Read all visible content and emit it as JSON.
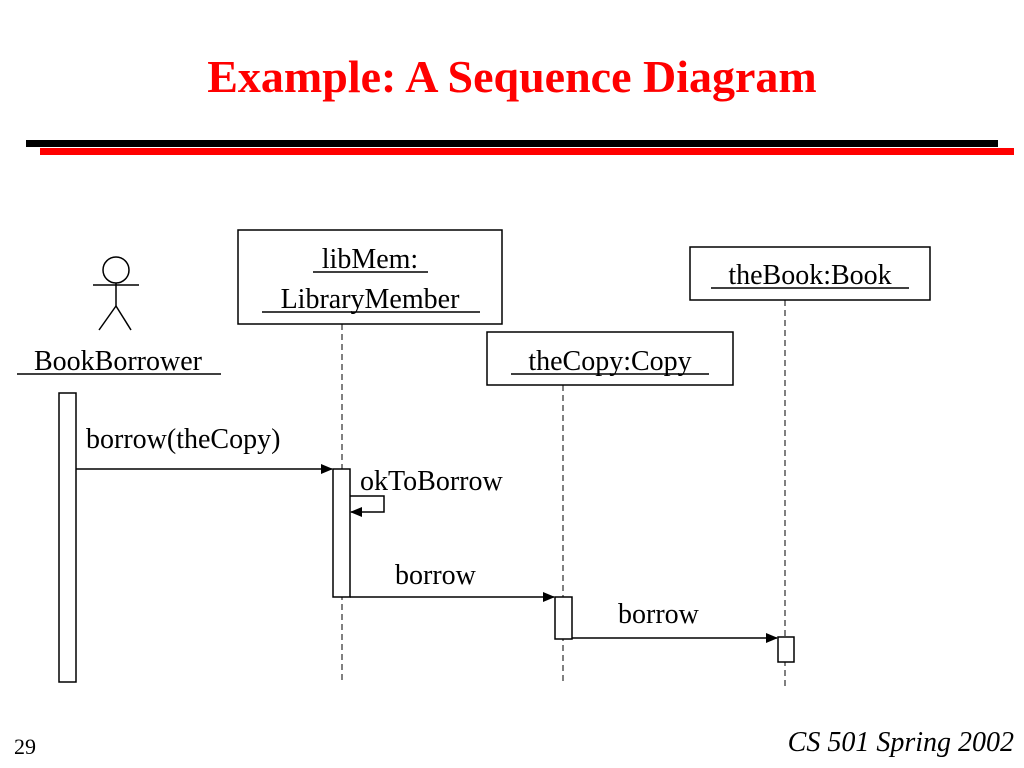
{
  "slide": {
    "title": "Example:  A Sequence Diagram",
    "page_number": "29",
    "footer": "CS 501 Spring 2002"
  },
  "colors": {
    "title": "#ff0000",
    "rule_black": "#000000",
    "rule_red": "#ff0000",
    "diagram_stroke": "#000000"
  },
  "diagram": {
    "actor": {
      "icon": "stick-figure-icon",
      "label": "BookBorrower"
    },
    "lifelines": {
      "libmem": {
        "line1": "libMem:",
        "line2": "LibraryMember"
      },
      "thebook": {
        "label": "theBook:Book"
      },
      "thecopy": {
        "label": "theCopy:Copy"
      }
    },
    "messages": {
      "borrow_thecopy": "borrow(theCopy)",
      "oktoborrow": "okToBorrow",
      "borrow_copy": "borrow",
      "borrow_book": "borrow"
    }
  }
}
